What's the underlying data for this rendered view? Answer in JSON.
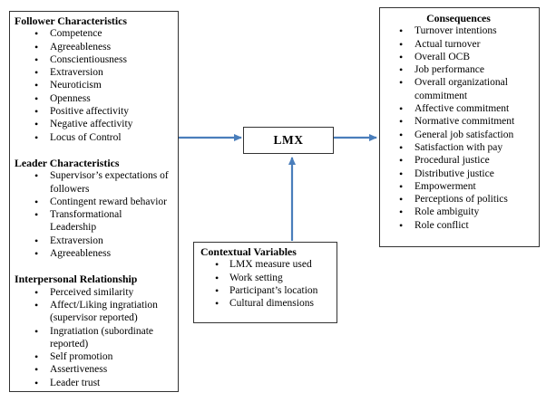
{
  "colors": {
    "arrow": "#4a7ebb",
    "border": "#333333",
    "background": "#ffffff",
    "text": "#000000"
  },
  "lmx_box": {
    "label": "LMX"
  },
  "antecedents": {
    "sections": [
      {
        "heading": "Follower Characteristics",
        "items": [
          "Competence",
          "Agreeableness",
          "Conscientiousness",
          "Extraversion",
          "Neuroticism",
          "Openness",
          "Positive affectivity",
          "Negative affectivity",
          "Locus of Control"
        ]
      },
      {
        "heading": "Leader Characteristics",
        "items": [
          "Supervisor’s expectations of followers",
          "Contingent reward behavior",
          "Transformational Leadership",
          "Extraversion",
          "Agreeableness"
        ]
      },
      {
        "heading": "Interpersonal Relationship",
        "items": [
          "Perceived similarity",
          "Affect/Liking ingratiation (supervisor reported)",
          "Ingratiation (subordinate reported)",
          "Self promotion",
          "Assertiveness",
          "Leader trust"
        ]
      }
    ]
  },
  "consequences": {
    "heading": "Consequences",
    "items": [
      "Turnover intentions",
      "Actual turnover",
      "Overall OCB",
      "Job performance",
      "Overall organizational commitment",
      "Affective commitment",
      "Normative commitment",
      "General job satisfaction",
      "Satisfaction with pay",
      "Procedural justice",
      "Distributive justice",
      "Empowerment",
      "Perceptions of politics",
      "Role ambiguity",
      "Role conflict"
    ]
  },
  "contextual": {
    "heading": "Contextual Variables",
    "items": [
      "LMX measure used",
      "Work setting",
      "Participant’s location",
      "Cultural dimensions"
    ]
  }
}
